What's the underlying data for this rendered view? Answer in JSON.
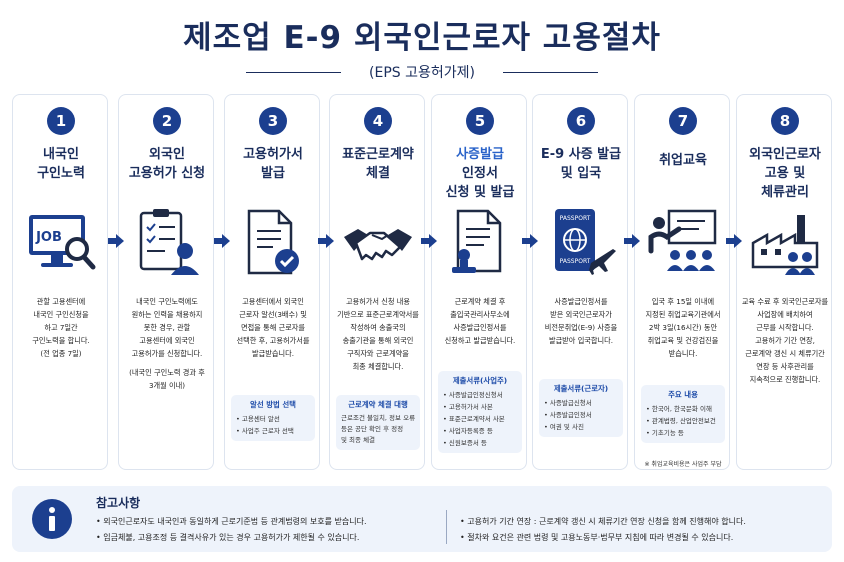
{
  "title": "제조업 E-9 외국인근로자 고용절차",
  "subtitle": "(EPS 고용허가제)",
  "steps": [
    {
      "num": "1",
      "title": [
        "내국인",
        "구인노력"
      ],
      "icon": "job-monitor-icon",
      "icon_text": "JOB",
      "desc": [
        "관할 고용센터에",
        "내국인 구인신청을",
        "하고 7일간",
        "구인노력을 합니다.",
        "(전 업종 7일)"
      ]
    },
    {
      "num": "2",
      "title": [
        "외국인",
        "고용허가 신청"
      ],
      "icon": "clipboard-person-icon",
      "desc": [
        "내국인 구인노력에도",
        "원하는 인력을 채용하지",
        "못한 경우, 관할",
        "고용센터에 외국인",
        "고용허가를 신청합니다.",
        "",
        "(내국인 구인노력 경과 후",
        "3개월 이내)"
      ]
    },
    {
      "num": "3",
      "title": [
        "고용허가서",
        "발급"
      ],
      "icon": "document-check-icon",
      "desc": [
        "고용센터에서 외국인",
        "근로자 알선(3배수) 및",
        "면접을 통해 근로자를",
        "선택한 후, 고용허가서를",
        "발급받습니다."
      ],
      "box": {
        "title": "알선 방법 선택",
        "items": [
          "• 고용센터 알선",
          "• 사업주 근로자 선택"
        ]
      }
    },
    {
      "num": "4",
      "title": [
        "표준근로계약",
        "체결"
      ],
      "icon": "handshake-icon",
      "desc": [
        "고용허가서 신청 내용",
        "기반으로 표준근로계약서를",
        "작성하여 송출국의",
        "송출기관을 통해 외국인",
        "구직자와 근로계약을",
        "최종 체결합니다."
      ],
      "box": {
        "title": "근로계약 체결 대행",
        "items": [
          "근로조건 불일치, 정보 오류",
          "등은 공단 확인 후 정정",
          "및 최종 체결"
        ]
      }
    },
    {
      "num": "5",
      "title_hl": "사증발급",
      "title_rest": "인정서",
      "title2": "신청 및 발급",
      "icon": "document-stamp-icon",
      "desc": [
        "근로계약 체결 후",
        "출입국관리사무소에",
        "사증발급인정서를",
        "신청하고 발급받습니다."
      ],
      "box": {
        "title": "제출서류(사업주)",
        "items": [
          "• 사증발급인정신청서",
          "• 고용허가서 사본",
          "• 표준근로계약서 사본",
          "• 사업자등록증 등",
          "• 신원보증서 등"
        ]
      }
    },
    {
      "num": "6",
      "title": [
        "E-9 사증 발급",
        "및 입국"
      ],
      "icon": "passport-plane-icon",
      "passport_top": "PASSPORT",
      "passport_bottom": "PASSPORT",
      "desc": [
        "사증발급인정서를",
        "받은 외국인근로자가",
        "비전문취업(E-9) 사증을",
        "발급받아 입국합니다."
      ],
      "box": {
        "title": "제출서류(근로자)",
        "items": [
          "• 사증발급신청서",
          "• 사증발급인정서",
          "• 여권 및 사진"
        ]
      }
    },
    {
      "num": "7",
      "title": [
        "취업교육"
      ],
      "icon": "training-class-icon",
      "desc": [
        "입국 후 15일 이내에",
        "지정된 취업교육기관에서",
        "2박 3일(16시간) 동안",
        "취업교육 및 건강검진을",
        "받습니다."
      ],
      "box": {
        "title": "주요 내용",
        "items": [
          "• 한국어, 한국문화 이해",
          "• 관계법령, 산업안전보건",
          "• 기초기능 등"
        ]
      },
      "note": "※ 취업교육비용은 사업주 부담"
    },
    {
      "num": "8",
      "title": [
        "외국인근로자",
        "고용 및",
        "체류관리"
      ],
      "icon": "factory-workers-icon",
      "desc": [
        "교육 수료 후 외국인근로자를",
        "사업장에 배치하여",
        "근무를 시작합니다.",
        "고용허가 기간 연장,",
        "근로계약 갱신 시 체류기간",
        "연장 등 사후관리를",
        "지속적으로 진행합니다."
      ]
    }
  ],
  "reference": {
    "title": "참고사항",
    "left": [
      "• 외국인근로자도 내국인과 동일하게 근로기준법 등 관계법령의 보호를 받습니다.",
      "• 임금체불, 고용조정 등 결격사유가 있는 경우 고용허가가 제한될 수 있습니다."
    ],
    "right": [
      "• 고용허가 기간 연장 : 근로계약 갱신 시 체류기간 연장 신청을 함께 진행해야 합니다.",
      "• 절차와 요건은 관련 법령 및 고용노동부·법무부 지침에 따라 변경될 수 있습니다."
    ]
  },
  "colors": {
    "navy": "#1c3f8f",
    "accent": "#2a63c9",
    "box": "#eef3fb"
  }
}
